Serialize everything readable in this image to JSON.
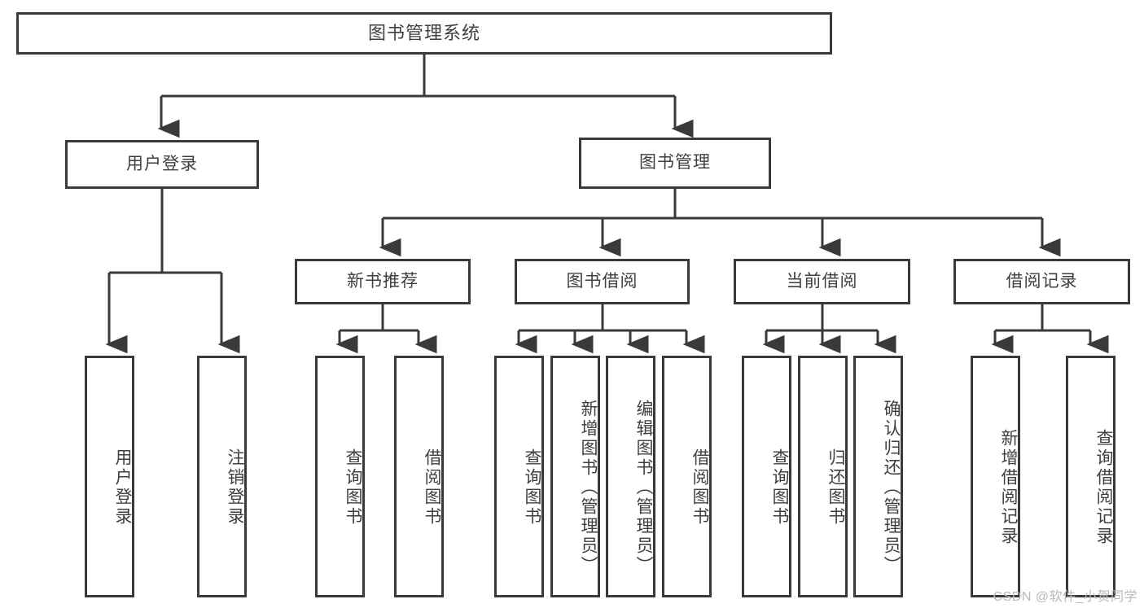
{
  "diagram": {
    "title_node": {
      "label": "图书管理系统"
    },
    "level1": [
      {
        "id": "user-login",
        "label": "用户登录"
      },
      {
        "id": "book-manage",
        "label": "图书管理"
      }
    ],
    "level2": [
      {
        "id": "new-book-recommend",
        "label": "新书推荐"
      },
      {
        "id": "book-borrow",
        "label": "图书借阅"
      },
      {
        "id": "current-borrow",
        "label": "当前借阅"
      },
      {
        "id": "borrow-record",
        "label": "借阅记录"
      }
    ],
    "leaves": [
      {
        "id": "leaf-user-login",
        "label": "用户登录"
      },
      {
        "id": "leaf-logout-login",
        "label": "注销登录"
      },
      {
        "id": "leaf-query-book-1",
        "label": "查询图书"
      },
      {
        "id": "leaf-borrow-book-1",
        "label": "借阅图书"
      },
      {
        "id": "leaf-query-book-2",
        "label": "查询图书"
      },
      {
        "id": "leaf-add-book",
        "label": "新增图书（管理员）"
      },
      {
        "id": "leaf-edit-book",
        "label": "编辑图书（管理员）"
      },
      {
        "id": "leaf-borrow-book-2",
        "label": "借阅图书"
      },
      {
        "id": "leaf-query-book-3",
        "label": "查询图书"
      },
      {
        "id": "leaf-return-book",
        "label": "归还图书"
      },
      {
        "id": "leaf-confirm-return",
        "label": "确认归还（管理员）"
      },
      {
        "id": "leaf-add-record",
        "label": "新增借阅记录"
      },
      {
        "id": "leaf-query-record",
        "label": "查询借阅记录"
      }
    ],
    "watermark": "CSDN @软件_小贺同学",
    "colors": {
      "stroke": "#3a3a3a",
      "text": "#3f3f3f",
      "background": "#ffffff",
      "watermark": "#b9b9b9"
    }
  }
}
